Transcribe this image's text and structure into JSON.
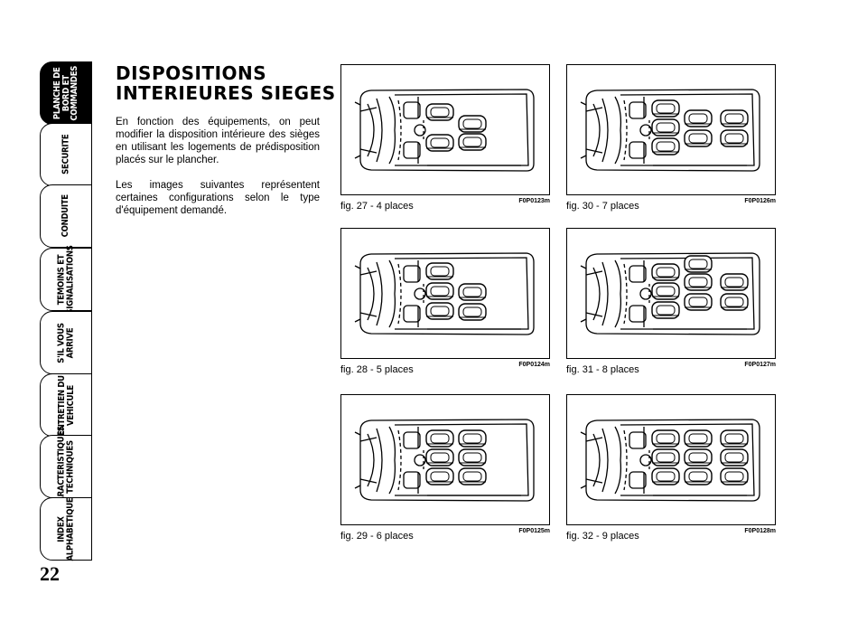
{
  "page": {
    "number": "22"
  },
  "tabs": [
    {
      "label": "PLANCHE DE\nBORD ET\nCOMMANDES",
      "active": true
    },
    {
      "label": "SECURITE",
      "active": false
    },
    {
      "label": "CONDUITE",
      "active": false
    },
    {
      "label": "TEMOINS ET\nSIGNALISATIONS",
      "active": false
    },
    {
      "label": "S'IL VOUS\nARRIVE",
      "active": false
    },
    {
      "label": "ENTRETIEN DU\nVEHICULE",
      "active": false
    },
    {
      "label": "CARACTERISTIQUES\nTECHNIQUES",
      "active": false
    },
    {
      "label": "INDEX\nALPHABETIQUE",
      "active": false
    }
  ],
  "section": {
    "title": "DISPOSITIONS\nINTERIEURES SIEGES",
    "paragraphs": [
      "En fonction des équipements, on peut modifier la disposition intérieure des sièges en utilisant les logements de prédisposition placés sur le plancher.",
      "Les images suivantes représentent certaines configurations selon le type d'équipement demandé."
    ]
  },
  "figures": [
    {
      "caption": "fig. 27 - 4 places",
      "code": "F0P0123m",
      "seats": 4
    },
    {
      "caption": "fig. 28 - 5 places",
      "code": "F0P0124m",
      "seats": 5
    },
    {
      "caption": "fig. 29 - 6 places",
      "code": "F0P0125m",
      "seats": 6
    },
    {
      "caption": "fig. 30 - 7 places",
      "code": "F0P0126m",
      "seats": 7
    },
    {
      "caption": "fig. 31 - 8 places",
      "code": "F0P0127m",
      "seats": 8
    },
    {
      "caption": "fig. 32 - 9 places",
      "code": "F0P0128m",
      "seats": 9
    }
  ]
}
